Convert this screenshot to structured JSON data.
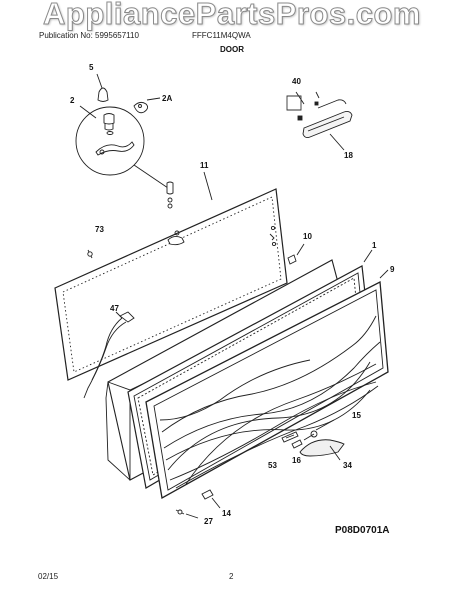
{
  "watermark": "AppliancePartsPros.com",
  "header": {
    "publication": "Publication No: 5995657110",
    "model": "FFFC11M4QWA",
    "section": "DOOR"
  },
  "footer": {
    "date": "02/15",
    "page": "2"
  },
  "diagram_code": "P08D0701A",
  "callouts": {
    "c5": "5",
    "c2": "2",
    "c2a": "2A",
    "c40": "40",
    "c18": "18",
    "c11": "11",
    "c73": "73",
    "c10": "10",
    "c1": "1",
    "c9": "9",
    "c47": "47",
    "c15": "15",
    "c16": "16",
    "c53": "53",
    "c34": "34",
    "c14": "14",
    "c27": "27"
  }
}
